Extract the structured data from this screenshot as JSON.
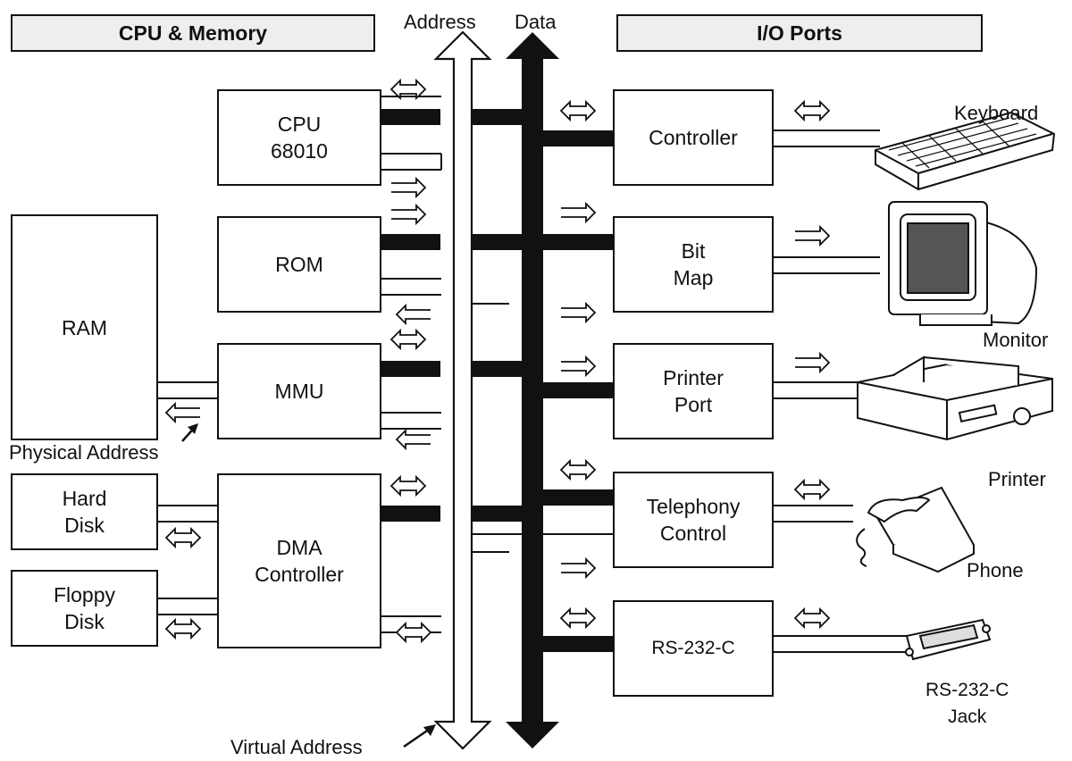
{
  "headers": {
    "cpu_memory": "CPU & Memory",
    "io_ports": "I/O Ports"
  },
  "bus_labels": {
    "address": "Address",
    "data": "Data",
    "virtual_address": "Virtual Address",
    "physical_address": "Physical Address"
  },
  "memory": {
    "ram": "RAM",
    "cpu": "CPU\n68010",
    "rom": "ROM",
    "mmu": "MMU",
    "dma": "DMA\nController",
    "hard_disk": "Hard\nDisk",
    "floppy_disk": "Floppy\nDisk"
  },
  "io": {
    "controller": "Controller",
    "bitmap": "Bit\nMap",
    "printer_port": "Printer\nPort",
    "telephony": "Telephony\nControl",
    "rs232": "RS-232-C"
  },
  "devices": {
    "keyboard": "Keyboard",
    "monitor": "Monitor",
    "printer": "Printer",
    "phone": "Phone",
    "jack": "RS-232-C\nJack"
  },
  "icons": {
    "bidirectional": "double-arrow-icon",
    "unidirectional": "single-arrow-icon"
  }
}
